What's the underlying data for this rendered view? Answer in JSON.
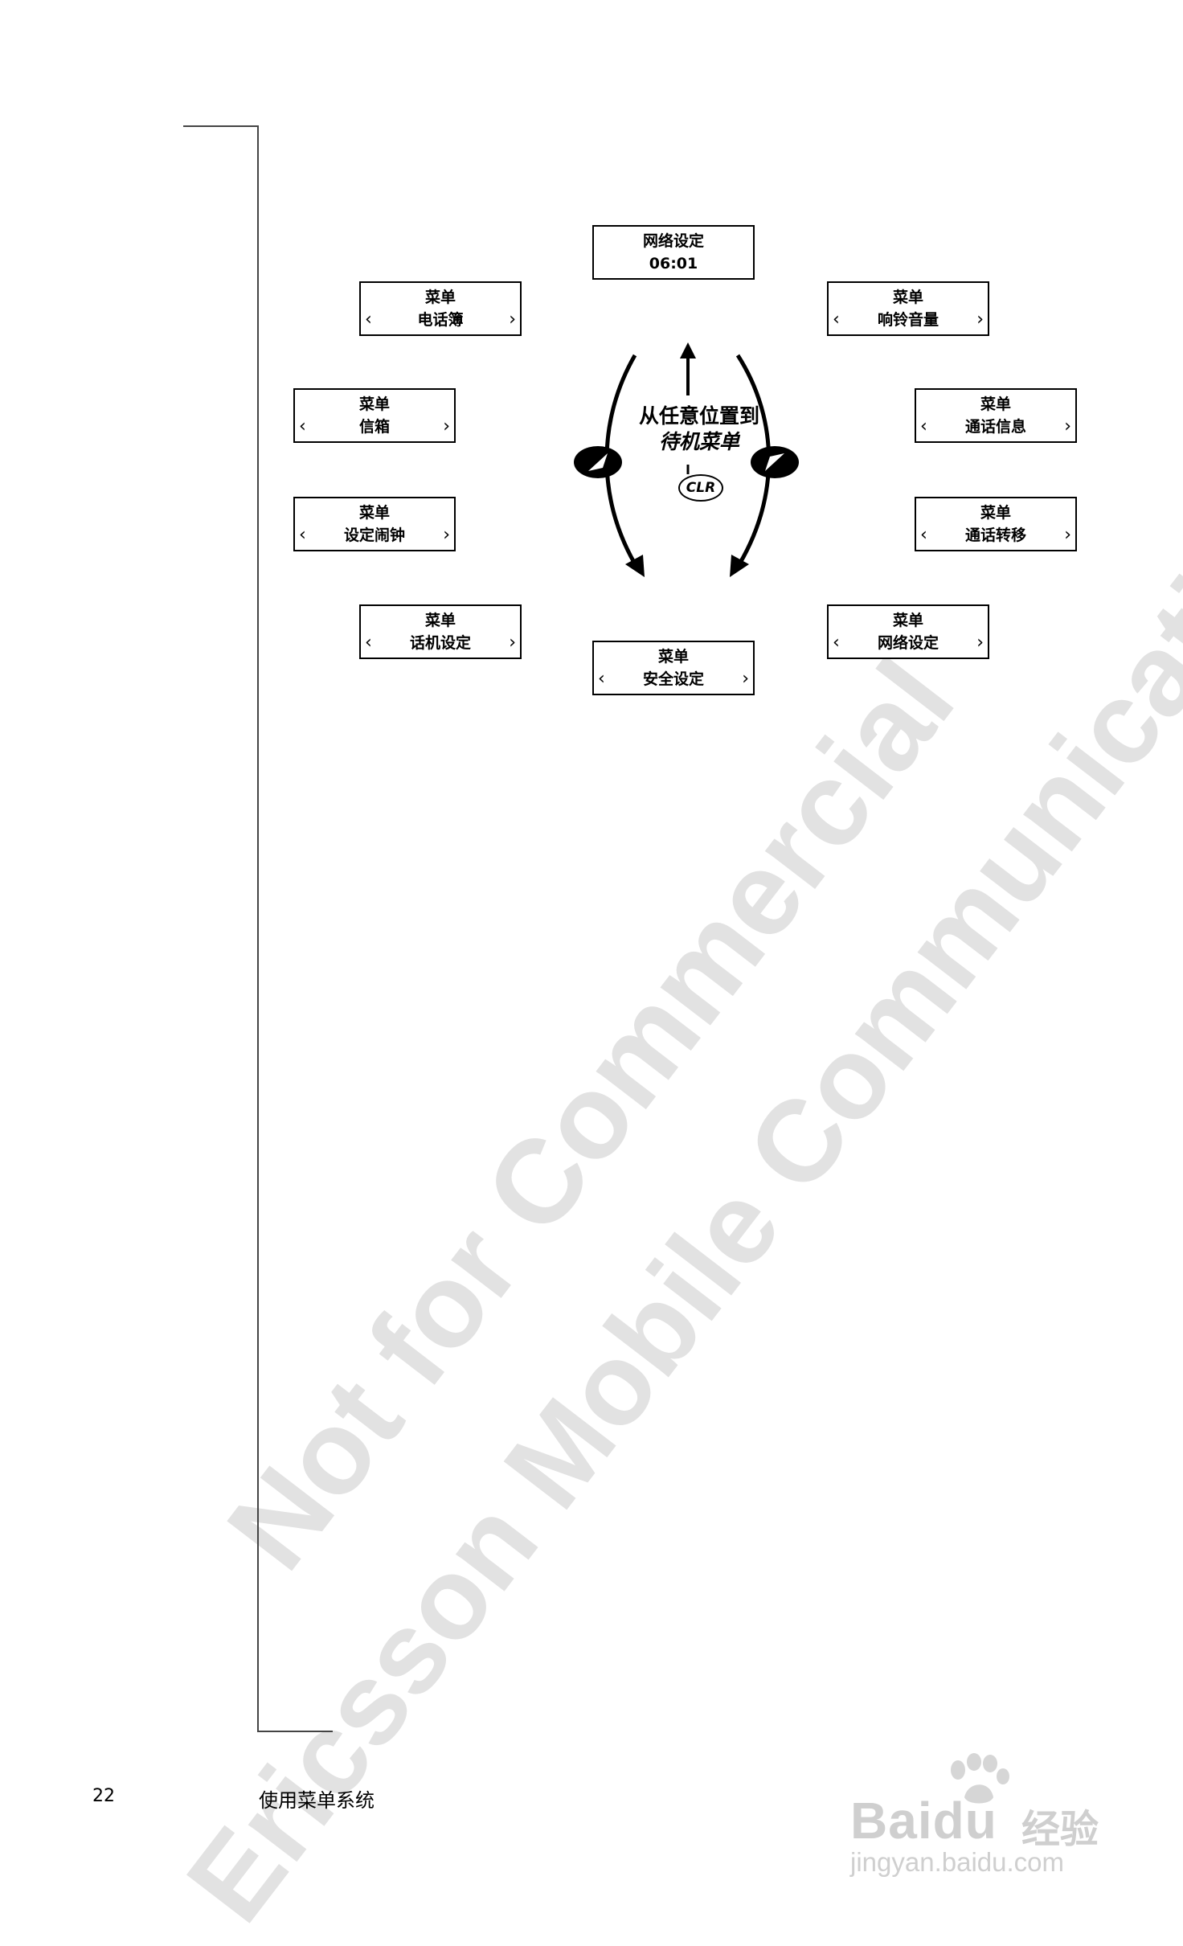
{
  "watermark": {
    "line1": "Not for Commercial",
    "line2": "Ericsson Mobile Communications AB"
  },
  "diagram": {
    "top_box": {
      "line1": "网络设定",
      "line2": "06:01"
    },
    "boxes": [
      {
        "id": "phonebook",
        "line1": "菜单",
        "line2": "电话簿"
      },
      {
        "id": "ring-volume",
        "line1": "菜单",
        "line2": "响铃音量"
      },
      {
        "id": "mailbox",
        "line1": "菜单",
        "line2": "信箱"
      },
      {
        "id": "call-info",
        "line1": "菜单",
        "line2": "通话信息"
      },
      {
        "id": "alarm",
        "line1": "菜单",
        "line2": "设定闹钟"
      },
      {
        "id": "call-divert",
        "line1": "菜单",
        "line2": "通话转移"
      },
      {
        "id": "phone-settings",
        "line1": "菜单",
        "line2": "话机设定"
      },
      {
        "id": "network-settings",
        "line1": "菜单",
        "line2": "网络设定"
      },
      {
        "id": "security",
        "line1": "菜单",
        "line2": "安全设定"
      }
    ],
    "arrow_left": "‹",
    "arrow_right": "›",
    "center_line1": "从任意位置到",
    "center_line2": "待机菜单",
    "clr_label": "CLR"
  },
  "footer": {
    "page_number": "22",
    "section_title": "使用菜单系统"
  },
  "logo": {
    "brand": "Baidu",
    "brand_suffix": "经验",
    "url": "jingyan.baidu.com"
  }
}
